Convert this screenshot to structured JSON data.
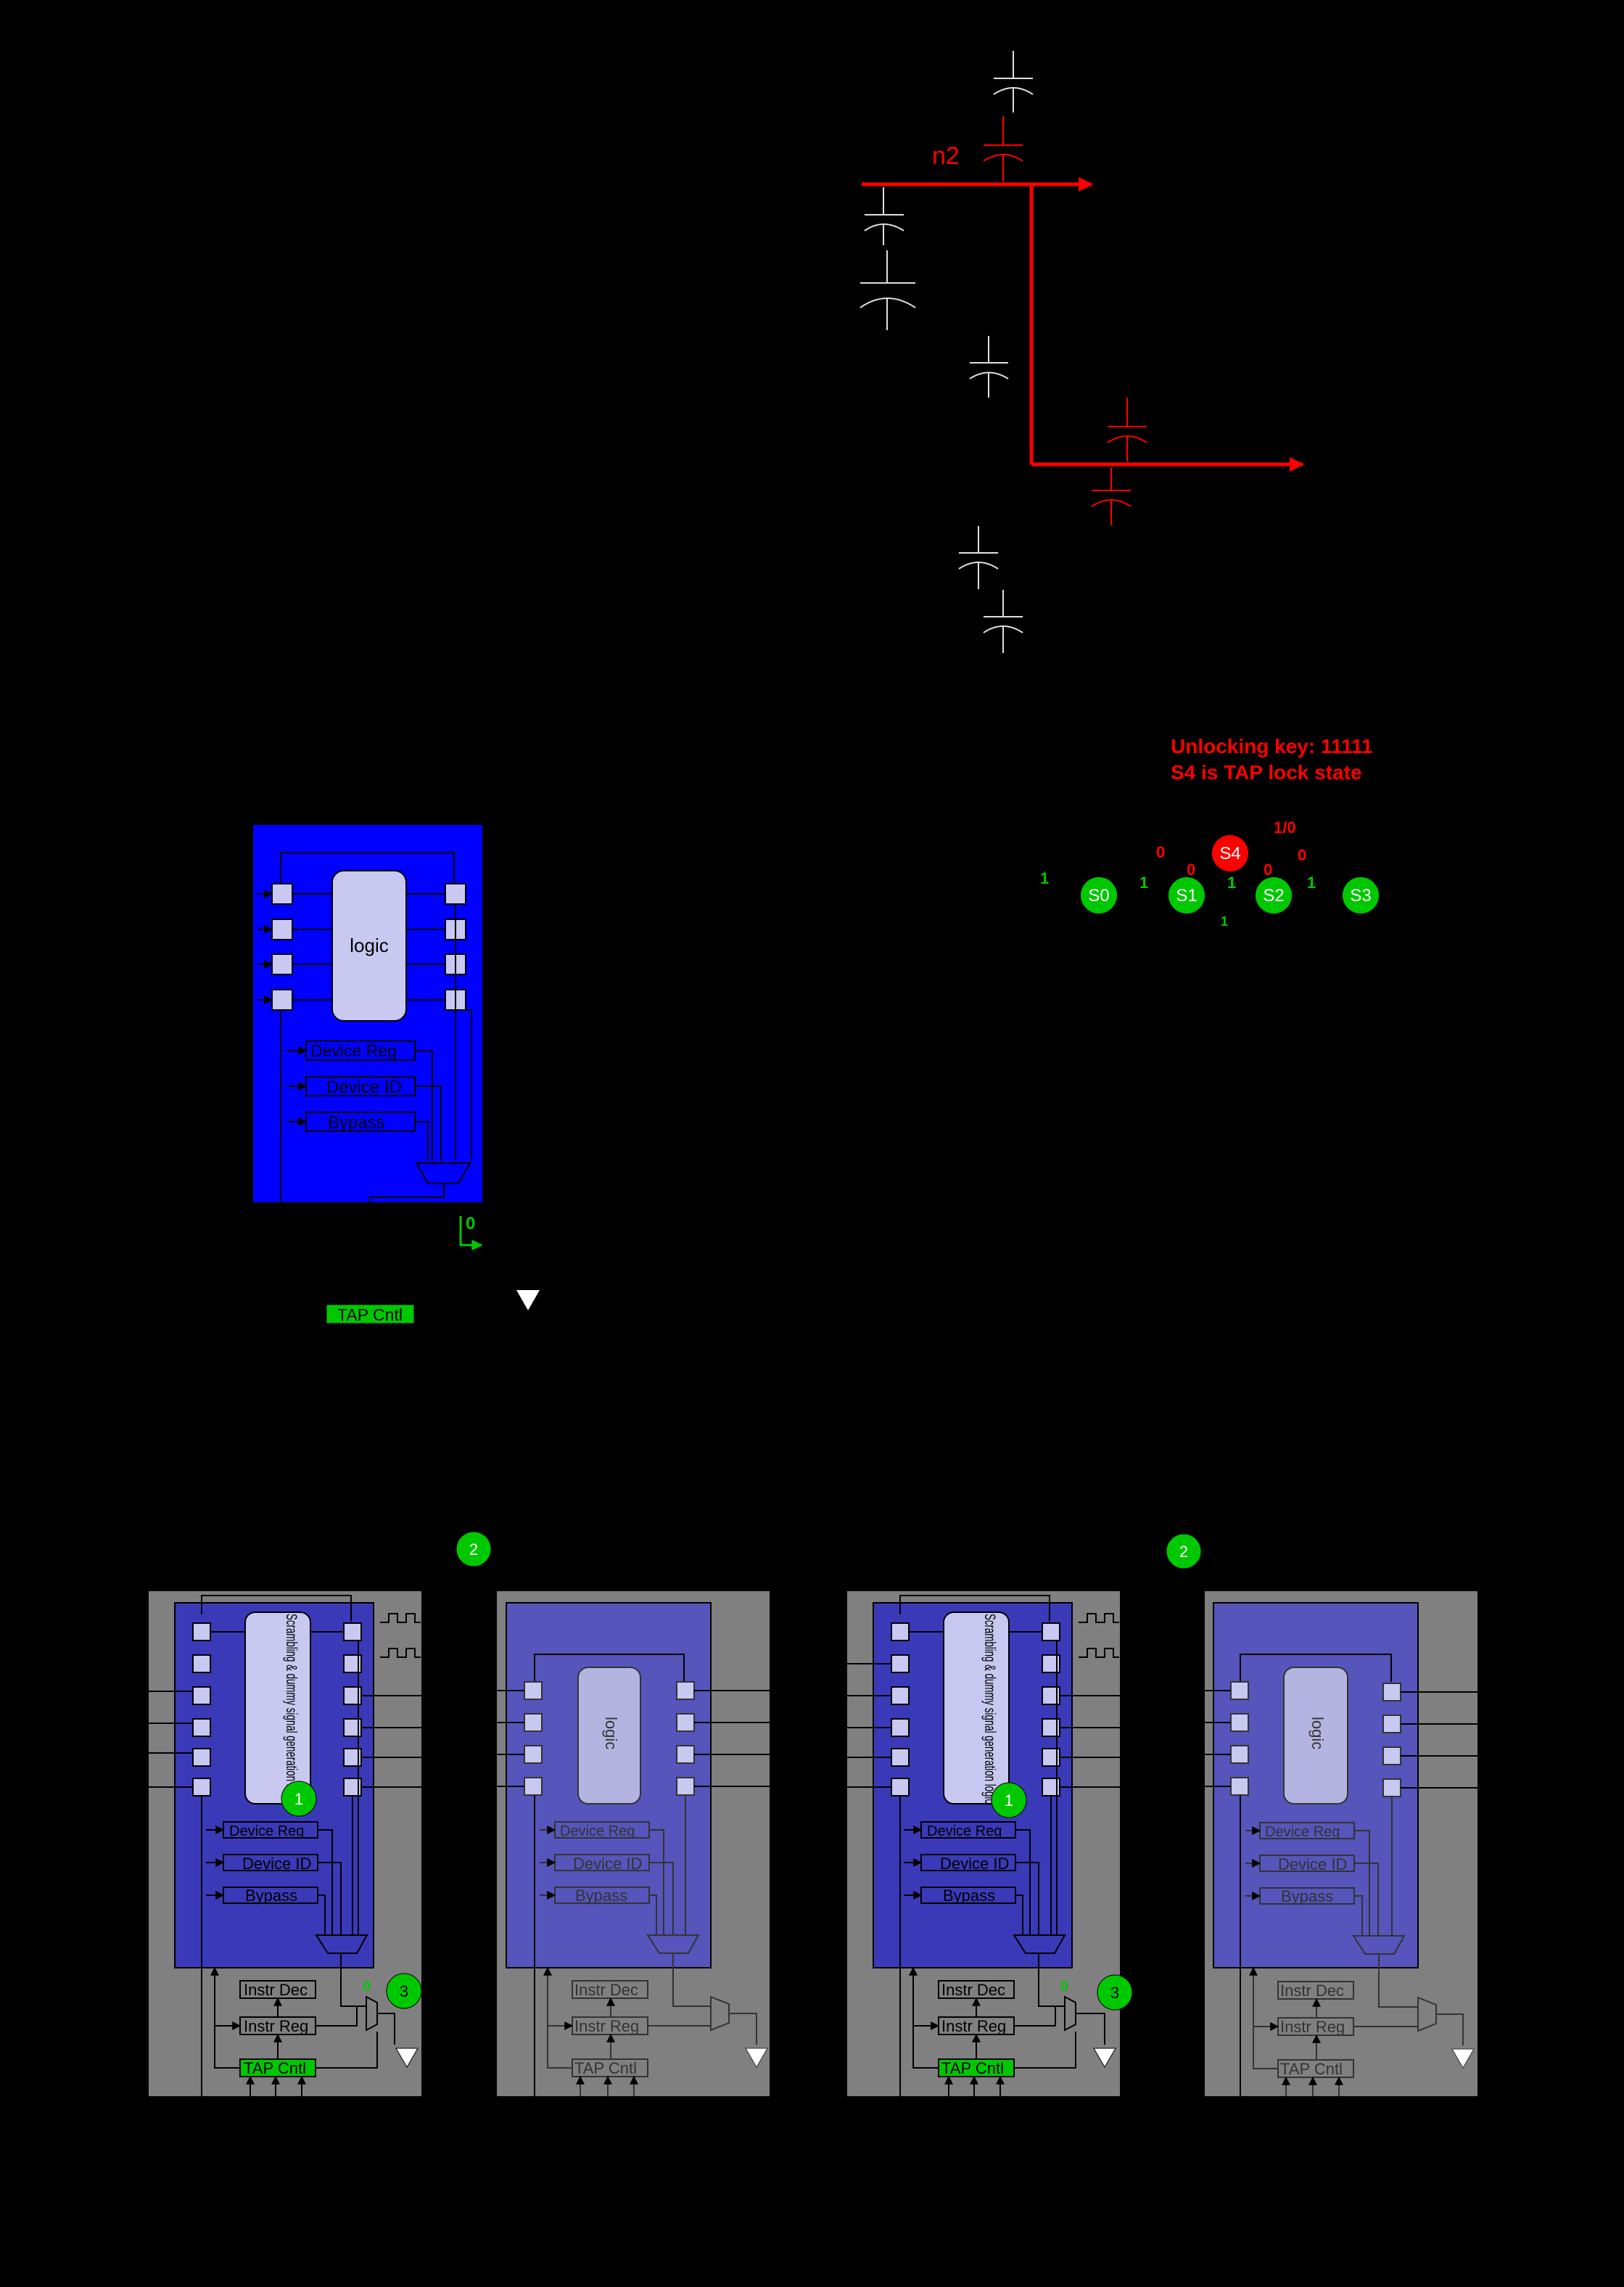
{
  "colors": {
    "background": "#000000",
    "net_highlight": "#ff0000",
    "state_normal": "#00c800",
    "state_lock": "#ff0000",
    "chip_blue": "#0000ff",
    "chip_blue_muted": "#3a3ab8",
    "chip_blue_faded": "#5555bb",
    "chip_gray": "#808080",
    "tap_green": "#00c800",
    "register_fill": "#c8c8f0"
  },
  "top_circuit": {
    "net_label": "n2"
  },
  "fsm": {
    "notes": [
      "Unlocking key: 11111",
      "S4 is TAP lock state"
    ],
    "states": [
      "S0",
      "S1",
      "S2",
      "S3",
      "S4"
    ],
    "edge_labels": {
      "s0_self": "1",
      "s0_s1": "1",
      "s1_s2": "1",
      "s2_s3": "1",
      "s1_loop": "1",
      "s1_s4_a": "0",
      "s1_s4_b": "0",
      "s2_s4_a": "0",
      "s2_s4_b": "0",
      "s4_self": "1/0"
    }
  },
  "single_chip": {
    "logic_label": "logic",
    "device_reg": "Device Reg",
    "device_id": "Device ID",
    "bypass": "Bypass",
    "tap_cntl": "TAP Cntl",
    "mux_value": "0"
  },
  "bottom_chips": {
    "scramble_label": "Scrambling & dummy signal generation logic",
    "logic_label": "logic",
    "device_reg": "Device Reg",
    "device_id": "Device ID",
    "bypass": "Bypass",
    "instr_dec": "Instr Dec",
    "instr_reg": "Instr Reg",
    "tap_cntl": "TAP Cntl",
    "mux_value": "0",
    "marker_1": "1",
    "marker_2": "2",
    "marker_3": "3"
  }
}
